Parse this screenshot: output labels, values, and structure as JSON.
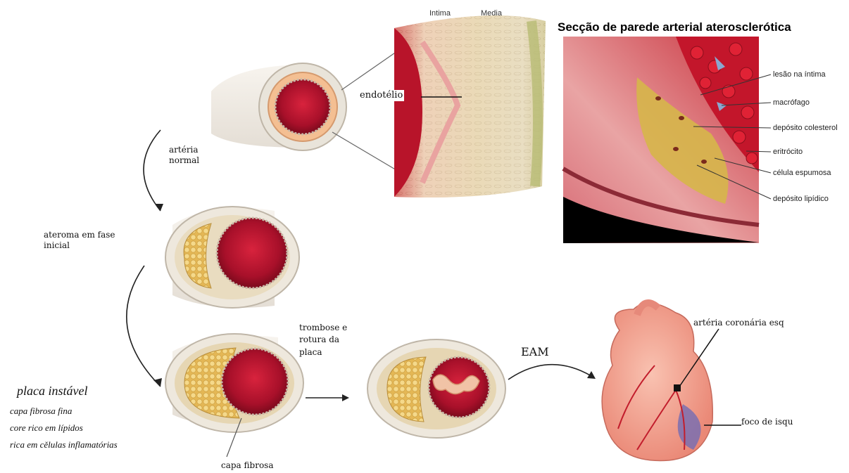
{
  "section_title": "Secção de parede arterial aterosclerótica",
  "wall_layers": {
    "intima": "Intima",
    "media": "Media"
  },
  "endothelium_label": "endotélio",
  "stages": {
    "normal": "artéria\nnormal",
    "early": "ateroma em fase\ninicial",
    "unstable_title": "placa instável",
    "unstable_lines": [
      "capa fibrosa fina",
      "core rico em lípidos",
      "rica em cělulas inflamatórias"
    ],
    "fibrous_cap": "capa fibrosa",
    "thrombosis": "trombose e\nrotura da\nplaca",
    "eam": "EAM"
  },
  "section_labels": [
    "lesão na íntima",
    "macrófago",
    "depósito colesterol",
    "eritrócito",
    "célula espumosa",
    "depósito lipídico"
  ],
  "heart_labels": {
    "coronary": "artéria coronária esq",
    "ischemia": "foco de isqu"
  },
  "colors": {
    "lumen_red": "#a8102a",
    "wall_pink": "#f0b8a8",
    "media_tan": "#e9d9b8",
    "lipid_yellow": "#e8c45a",
    "heart_pink": "#f4a08e",
    "ischemia_blue": "#7a6fb0"
  }
}
